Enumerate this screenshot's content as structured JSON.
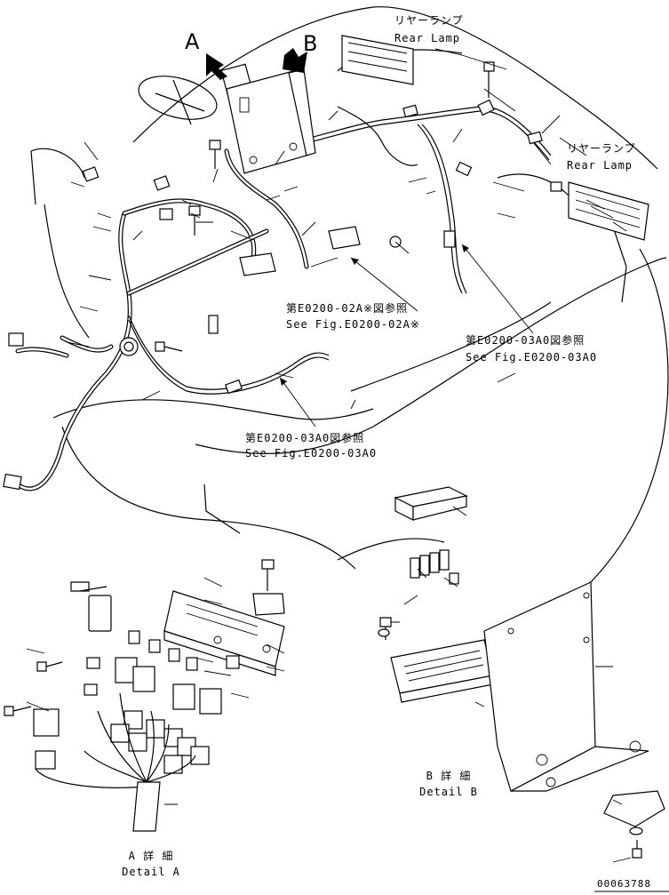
{
  "labels": {
    "view_a": "A",
    "view_b": "B",
    "rear_lamp_1_jp": "リヤーランプ",
    "rear_lamp_1_en": "Rear Lamp",
    "rear_lamp_2_jp": "リヤーランプ",
    "rear_lamp_2_en": "Rear Lamp",
    "ref_02a_jp": "第E0200-02A※図参照",
    "ref_02a_en": "See Fig.E0200-02A※",
    "ref_03a0_right_jp": "第E0200-03A0図参照",
    "ref_03a0_right_en": "See Fig.E0200-03A0",
    "ref_03a0_center_jp": "第E0200-03A0図参照",
    "ref_03a0_center_en": "See Fig.E0200-03A0",
    "detail_a_jp": "A 詳 細",
    "detail_a_en": "Detail A",
    "detail_b_jp": "B 詳 細",
    "detail_b_en": "Detail B",
    "drawing_number": "00063788"
  }
}
